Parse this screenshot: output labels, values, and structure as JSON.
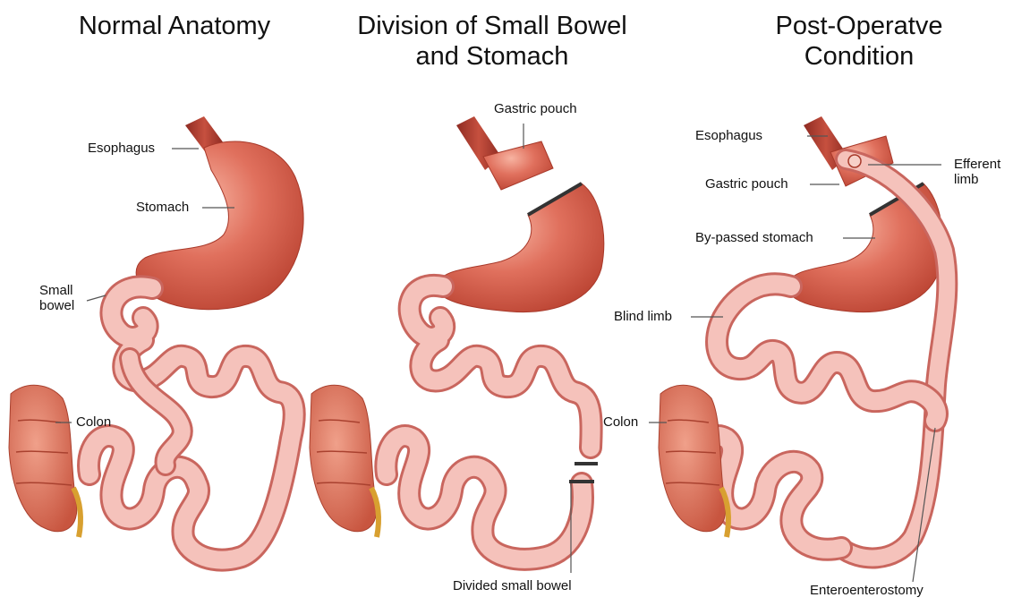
{
  "panels": [
    {
      "title": "Normal Anatomy",
      "labels": {
        "esophagus": "Esophagus",
        "stomach": "Stomach",
        "small_bowel_1": "Small",
        "small_bowel_2": "bowel",
        "colon": "Colon"
      }
    },
    {
      "title_line1": "Division of Small Bowel",
      "title_line2": "and Stomach",
      "labels": {
        "gastric_pouch": "Gastric pouch",
        "divided_small_bowel": "Divided small bowel"
      }
    },
    {
      "title_line1": "Post-Operatve",
      "title_line2": "Condition",
      "labels": {
        "esophagus": "Esophagus",
        "efferent_limb_1": "Efferent",
        "efferent_limb_2": "limb",
        "gastric_pouch": "Gastric pouch",
        "bypassed_stomach": "By-passed stomach",
        "blind_limb": "Blind limb",
        "colon": "Colon",
        "enteroenterostomy": "Enteroenterostomy"
      }
    }
  ],
  "colors": {
    "stomach": "#d85b4b",
    "stomach_light": "#f1a190",
    "bowel": "#f2b1a8",
    "bowel_edge": "#c9665e",
    "colon": "#e07561",
    "leader": "#555555"
  }
}
